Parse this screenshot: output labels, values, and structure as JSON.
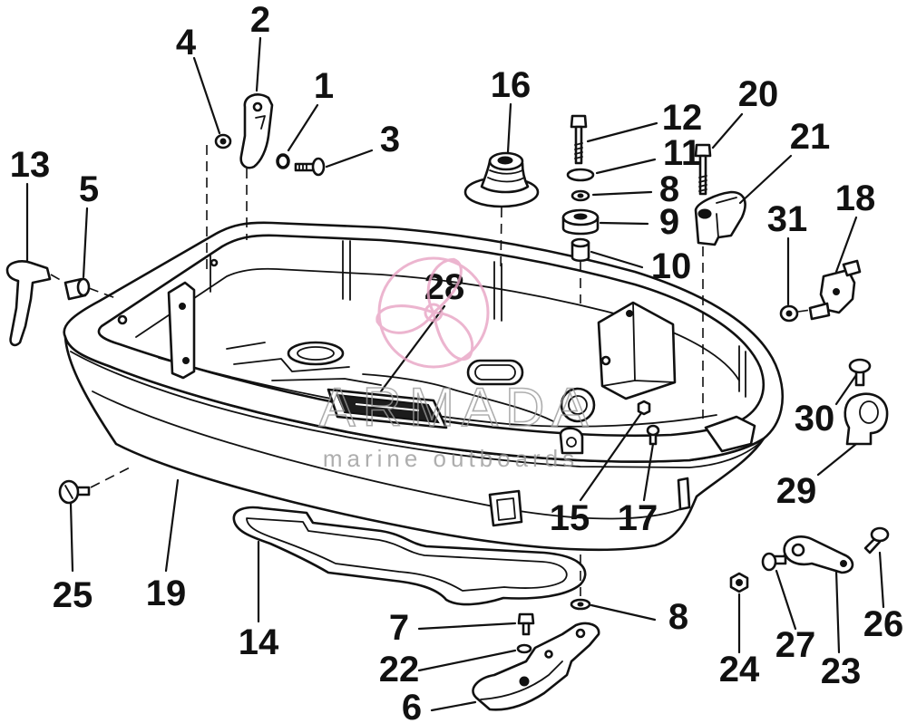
{
  "diagram": {
    "callouts": [
      "2",
      "4",
      "1",
      "3",
      "16",
      "12",
      "11",
      "8",
      "9",
      "10",
      "20",
      "21",
      "18",
      "31",
      "13",
      "5",
      "28",
      "30",
      "29",
      "15",
      "17",
      "25",
      "19",
      "14",
      "8",
      "7",
      "22",
      "6",
      "24",
      "27",
      "23",
      "26"
    ]
  },
  "watermark": {
    "brand": "ARMADA",
    "tagline": "marine outboards"
  },
  "colors": {
    "line": "#111111",
    "background": "#ffffff",
    "watermark_logo": "#e8a3c4",
    "watermark_text": "#9a9a9a"
  }
}
